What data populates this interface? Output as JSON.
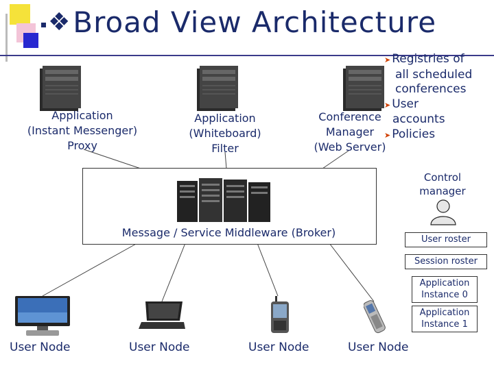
{
  "slide": {
    "title": "Broad View Architecture"
  },
  "servers": [
    {
      "label": "Application\n(Instant Messenger)\nProxy"
    },
    {
      "label": "Application\n(Whiteboard)\nFilter"
    },
    {
      "label": "Conference\nManager\n(Web Server)"
    }
  ],
  "registries": {
    "items": [
      {
        "line1": "Registries of",
        "rest": [
          "all scheduled",
          "conferences"
        ]
      },
      {
        "line1": "User",
        "rest": [
          "accounts"
        ]
      },
      {
        "line1": "Policies",
        "rest": []
      }
    ]
  },
  "broker": {
    "label": "Message / Service Middleware (Broker)"
  },
  "control_manager": {
    "label": "Control\nmanager",
    "boxes": [
      "User roster",
      "Session roster",
      "Application\nInstance 0",
      "Application\nInstance 1"
    ]
  },
  "user_nodes": [
    {
      "label": "User Node",
      "icon": "desktop-computer-icon"
    },
    {
      "label": "User Node",
      "icon": "laptop-icon"
    },
    {
      "label": "User Node",
      "icon": "pda-icon"
    },
    {
      "label": "User Node",
      "icon": "cell-phone-icon"
    }
  ],
  "colors": {
    "text": "#1a2a6a",
    "accent_arrow": "#d04000",
    "title_deco_blue": "#2828d0",
    "title_deco_yellow": "#f5e23a"
  }
}
